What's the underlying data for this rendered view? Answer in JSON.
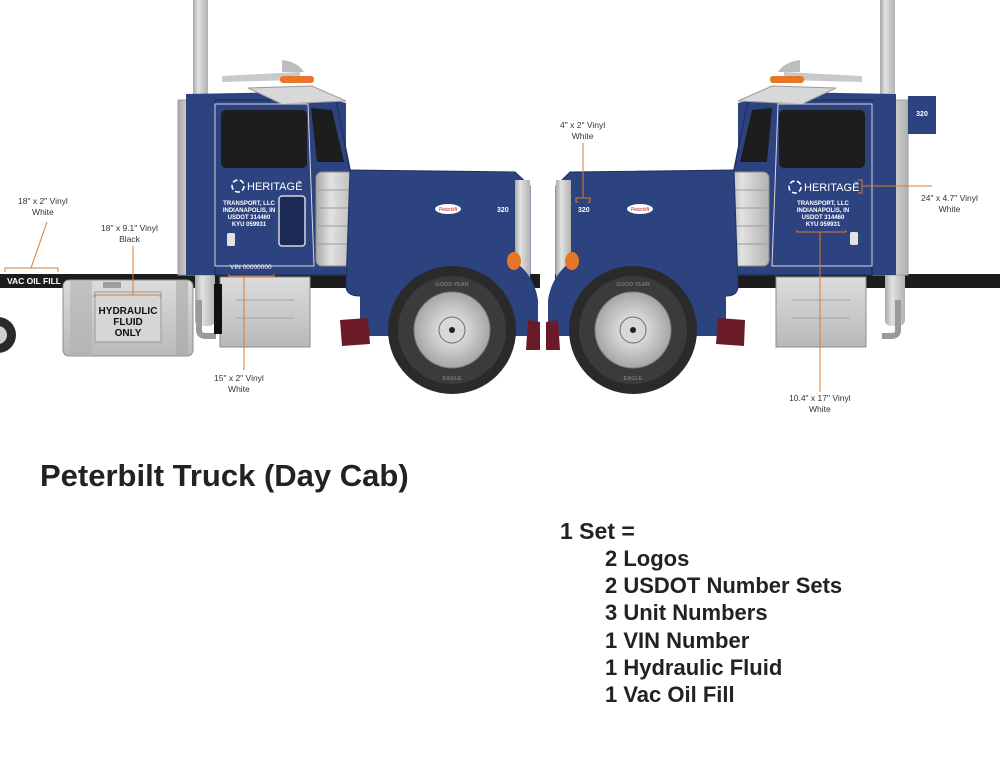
{
  "title": "Peterbilt Truck (Day Cab)",
  "decals": {
    "vac_oil_fill": "VAC OIL FILL",
    "hydraulic": [
      "HYDRAULIC",
      "FLUID",
      "ONLY"
    ],
    "vin": "VIN 00000000",
    "unit_number": "320",
    "logo": "HERITAGE",
    "logo_tm": "™",
    "brand_badge": "Peterbilt",
    "company_lines": [
      "TRANSPORT, LLC",
      "INDIANAPOLIS, IN",
      "USDOT 314460",
      "KYU 059931"
    ],
    "tire_brand": "GOOD YEAR",
    "tire_model": "EAGLE"
  },
  "callouts": {
    "vac_oil": [
      "18\" x 2\" Vinyl",
      "White"
    ],
    "hydraulic": [
      "18\" x 9.1\" Vinyl",
      "Black"
    ],
    "vin": [
      "15\" x 2\" Vinyl",
      "White"
    ],
    "unit_hood": [
      "4\" x 2\" Vinyl",
      "White"
    ],
    "logo": [
      "24\" x 4.7\" Vinyl",
      "White"
    ],
    "usdot": [
      "10.4\" x 17\" Vinyl",
      "White"
    ]
  },
  "set": {
    "heading": "1 Set =",
    "items": [
      "2 Logos",
      "2 USDOT Number Sets",
      "3 Unit Numbers",
      "1 VIN Number",
      "1 Hydraulic Fluid",
      "1 Vac Oil Fill"
    ]
  },
  "colors": {
    "cab_blue": "#2c4380",
    "cab_blue_dark": "#1f3266",
    "chrome_gray": "#c8c8c8",
    "frame_black": "#1c1c1c",
    "fender_maroon": "#6b1a27",
    "callout_orange": "#e07a2a",
    "amber_light": "#e8762a"
  }
}
